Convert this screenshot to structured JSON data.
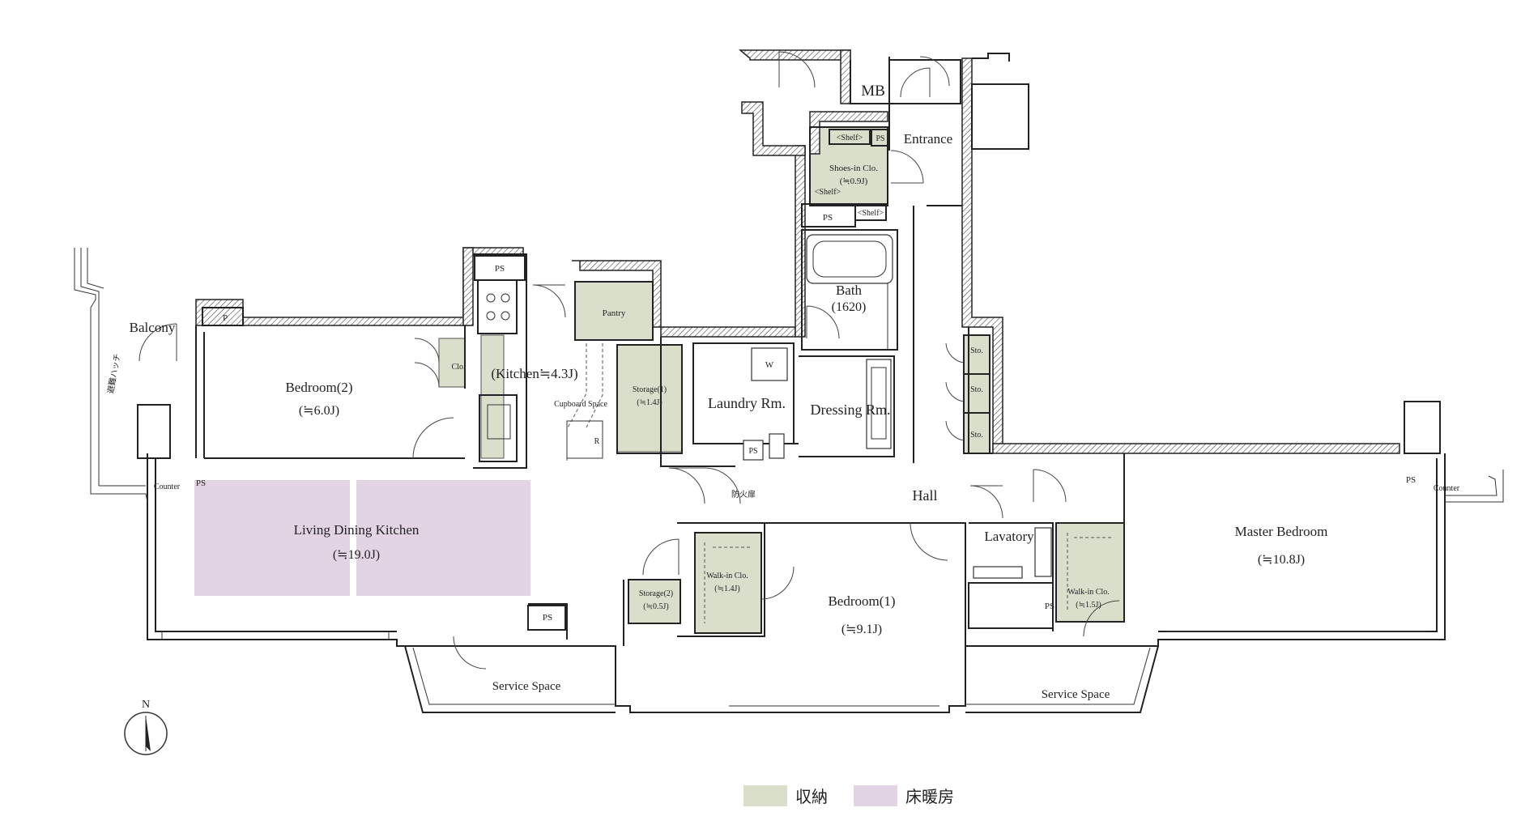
{
  "colors": {
    "storage": "#dadfcc",
    "floor_heating": "#e3d4e3",
    "wall": "#222222"
  },
  "rooms": {
    "mb": "MB",
    "entrance": "Entrance",
    "shelf_top": "<Shelf>",
    "ps_entrance": "PS",
    "shoes_name": "Shoes-in Clo.",
    "shoes_size": "(≒0.9J)",
    "shelf_left": "<Shelf>",
    "shelf_bottom": "<Shelf>",
    "ps_bath": "PS",
    "bath_name": "Bath",
    "bath_size": "(1620)",
    "laundry": "Laundry Rm.",
    "washer": "W",
    "ps_laundry": "PS",
    "dressing": "Dressing Rm.",
    "sto1": "Sto.",
    "sto2": "Sto.",
    "sto3": "Sto.",
    "ps_kitchen": "PS",
    "pantry": "Pantry",
    "storage1_name": "Storage(1)",
    "storage1_size": "(≒1.4J)",
    "kitchen": "(Kitchen≒4.3J)",
    "cupboard": "Cupboard Space",
    "fridge": "R",
    "balcony": "Balcony",
    "p": "P",
    "clo": "Clo.",
    "bedroom2_name": "Bedroom(2)",
    "bedroom2_size": "(≒6.0J)",
    "counter_left": "Counter",
    "ps_left": "PS",
    "ldk_name": "Living Dining Kitchen",
    "ldk_size": "(≒19.0J)",
    "ps_ldk": "PS",
    "fire_door": "防火扉",
    "hall": "Hall",
    "storage2_name": "Storage(2)",
    "storage2_size": "(≒0.5J)",
    "wic1_name": "Walk-in Clo.",
    "wic1_size": "(≒1.4J)",
    "bedroom1_name": "Bedroom(1)",
    "bedroom1_size": "(≒9.1J)",
    "lavatory": "Lavatory",
    "ps_lav": "PS",
    "wic2_name": "Walk-in Clo.",
    "wic2_size": "(≒1.5J)",
    "master_name": "Master Bedroom",
    "master_size": "(≒10.8J)",
    "ps_right": "PS",
    "counter_right": "Counter",
    "service_left": "Service Space",
    "service_right": "Service Space",
    "evac_hatch": "避難ハッチ"
  },
  "compass": {
    "label": "N"
  },
  "legend": {
    "storage_label": "収納",
    "floor_heating_label": "床暖房"
  }
}
